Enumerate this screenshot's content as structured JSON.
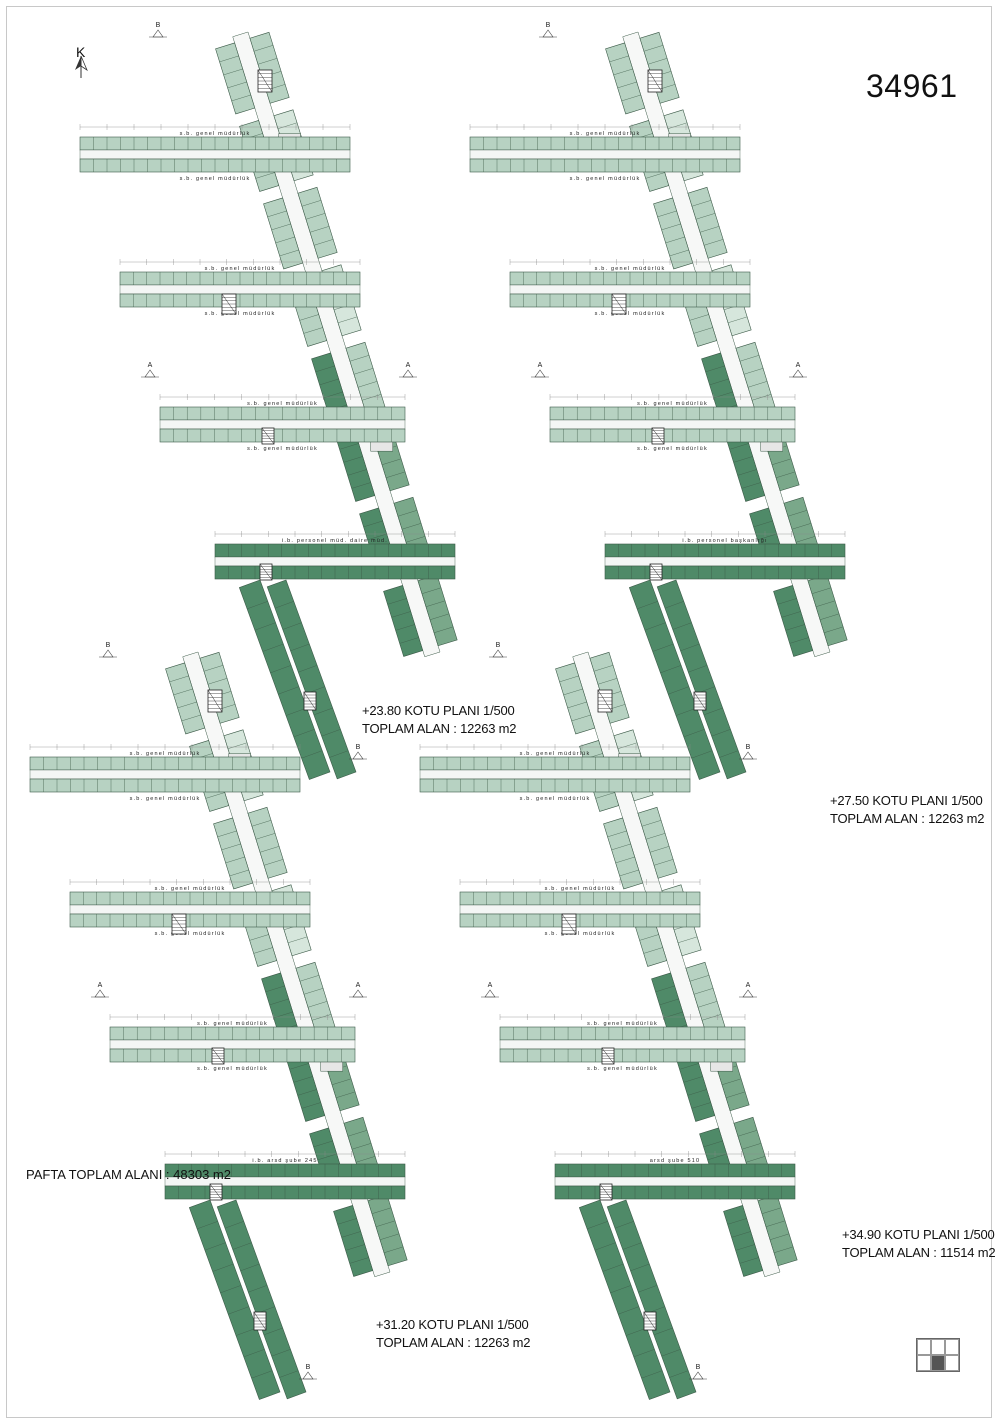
{
  "sheet": {
    "competition_number": "34961",
    "north_label": "K",
    "total_area_text": "PAFTA TOPLAM ALANI : 48303  m2",
    "key_active_index": 4
  },
  "colors": {
    "dark_green": "#4f8a68",
    "mid_green": "#7aa88a",
    "light_green": "#b7d2c2",
    "pale_green": "#d6e6dc",
    "grey_core": "#e6e6e6",
    "outline": "#3c5a48"
  },
  "section_marks": [
    "A",
    "B"
  ],
  "plans": [
    {
      "caption_line1": "+23.80 KOTU PLANI 1/500",
      "caption_line2": "TOPLAM ALAN  : 12263 m2",
      "wing_labels": [
        "s.b. genel müdürlük",
        "s.b. genel müdürlük",
        "s.b. genel müdürlük",
        "s.b. genel müdürlük",
        "s.b. genel müdürlük",
        "s.b. genel müdürlük",
        "i.b. personel müd. daire müd."
      ],
      "bottom_variant": "dark"
    },
    {
      "caption_line1": "+27.50 KOTU PLANI 1/500",
      "caption_line2": "TOPLAM ALAN  : 12263 m2",
      "wing_labels": [
        "s.b. genel müdürlük",
        "s.b. genel müdürlük",
        "s.b. genel müdürlük",
        "s.b. genel müdürlük",
        "s.b. genel müdürlük",
        "s.b. genel müdürlük",
        "i.b. personel başkanlığı"
      ],
      "bottom_variant": "dark"
    },
    {
      "caption_line1": "+31.20 KOTU PLANI 1/500",
      "caption_line2": "TOPLAM ALAN  :  12263 m2",
      "wing_labels": [
        "s.b. genel müdürlük",
        "s.b. genel müdürlük",
        "s.b. genel müdürlük",
        "s.b. genel müdürlük",
        "s.b. genel müdürlük",
        "s.b. genel müdürlük",
        "i.b. arsd şube 245"
      ],
      "bottom_variant": "dark"
    },
    {
      "caption_line1": "+34.90 KOTU PLANI 1/500",
      "caption_line2": "TOPLAM ALAN  :  11514 m2",
      "wing_labels": [
        "s.b. genel müdürlük",
        "s.b. genel müdürlük",
        "s.b. genel müdürlük",
        "s.b. genel müdürlük",
        "s.b. genel müdürlük",
        "s.b. genel müdürlük",
        "arsd şube 510"
      ],
      "bottom_variant": "dark"
    }
  ]
}
